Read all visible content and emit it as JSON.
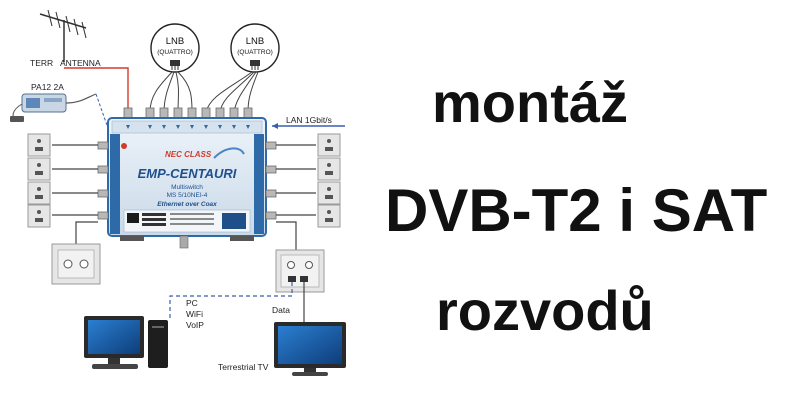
{
  "diagram": {
    "lnb_label": "LNB",
    "lnb_sublabel": "(QUATTRO)",
    "terr_label": "TERR",
    "antenna_label": "ANTENNA",
    "amp_label": "PA12 2A",
    "lan_label": "LAN 1Gbit/s",
    "brand_small": "NEC CLASS",
    "brand_logo": "EMP-CENTAURI",
    "device_type": "Multiswitch",
    "model": "MS 5/10NEI-4",
    "tagline": "Ethernet over Coax",
    "pc_labels": [
      "PC",
      "WiFi",
      "VoIP"
    ],
    "data_label": "Data",
    "tv_label": "Terrestrial TV"
  },
  "headline": {
    "line1": "montáž",
    "line2": "DVB-T2 i SAT",
    "line3": "rozvodů"
  },
  "colors": {
    "device_body": "#dce8f2",
    "device_trim": "#2f6aa8",
    "accent_red": "#d23b2a",
    "cable_blue": "#3a5fb0",
    "socket_plate": "#e6e6e6",
    "headline": "#111111"
  }
}
